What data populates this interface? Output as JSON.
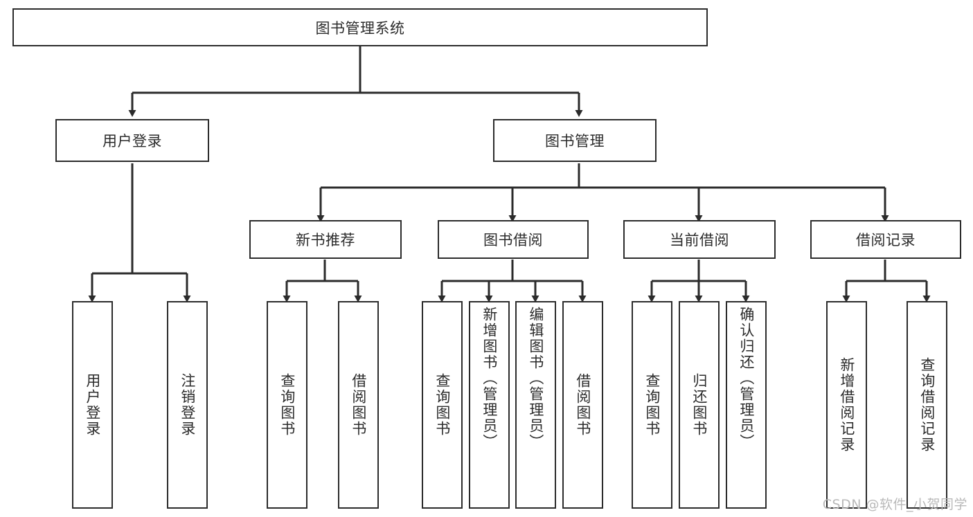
{
  "diagram": {
    "title": "图书管理系统",
    "root": {
      "label": "图书管理系统"
    },
    "level2": [
      {
        "label": "用户登录"
      },
      {
        "label": "图书管理"
      }
    ],
    "level3": [
      {
        "label": "新书推荐"
      },
      {
        "label": "图书借阅"
      },
      {
        "label": "当前借阅"
      },
      {
        "label": "借阅记录"
      }
    ],
    "leaves": {
      "user_login": [
        {
          "label": "用户登录"
        },
        {
          "label": "注销登录"
        }
      ],
      "new_books": [
        {
          "label": "查询图书"
        },
        {
          "label": "借阅图书"
        }
      ],
      "book_borrow": [
        {
          "label": "查询图书"
        },
        {
          "label": "新增图书（管理员）"
        },
        {
          "label": "编辑图书（管理员）"
        },
        {
          "label": "借阅图书"
        }
      ],
      "current_borrow": [
        {
          "label": "查询图书"
        },
        {
          "label": "归还图书"
        },
        {
          "label": "确认归还（管理员）"
        }
      ],
      "borrow_records": [
        {
          "label": "新增借阅记录"
        },
        {
          "label": "查询借阅记录"
        }
      ]
    }
  },
  "watermark": {
    "text": "CSDN @软件_小贺同学"
  },
  "colors": {
    "stroke": "#2b2b2b",
    "background": "#ffffff",
    "text": "#2b2b2b",
    "watermark": "#b9b9b9"
  }
}
